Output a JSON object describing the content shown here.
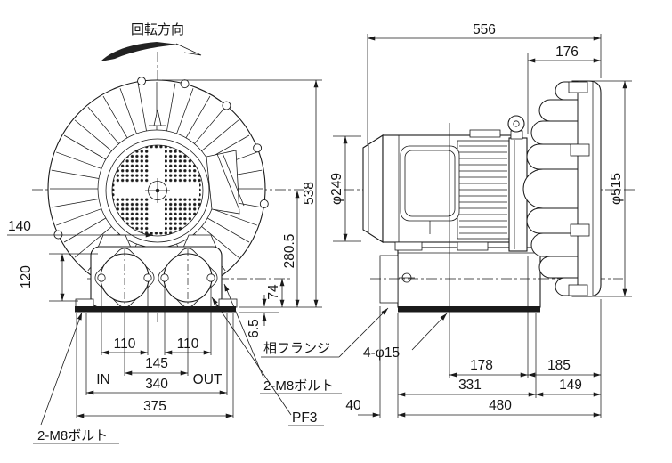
{
  "colors": {
    "line": "#1a1a1a",
    "background": "#ffffff"
  },
  "annotations": {
    "rotation_label": "回転方向",
    "port_in": "IN",
    "port_out": "OUT"
  },
  "front_view": {
    "dims": {
      "d140": "140",
      "d120": "120",
      "d110_left": "110",
      "d110_right": "110",
      "d145": "145",
      "d340": "340",
      "d375": "375",
      "d538": "538",
      "d280_5": "280.5",
      "d74": "74",
      "d6_5": "6.5"
    },
    "callouts": {
      "bolt_bottom_left": "2-M8ボルト",
      "bolt_right": "2-M8ボルト",
      "pipe_thread": "PF3"
    }
  },
  "side_view": {
    "dims": {
      "d556": "556",
      "d176": "176",
      "d249": "φ249",
      "d515": "φ515",
      "d178": "178",
      "d185": "185",
      "d331": "331",
      "d149": "149",
      "d480": "480",
      "d40": "40"
    },
    "callouts": {
      "mating_flange": "相フランジ",
      "base_holes": "4-φ15"
    }
  }
}
